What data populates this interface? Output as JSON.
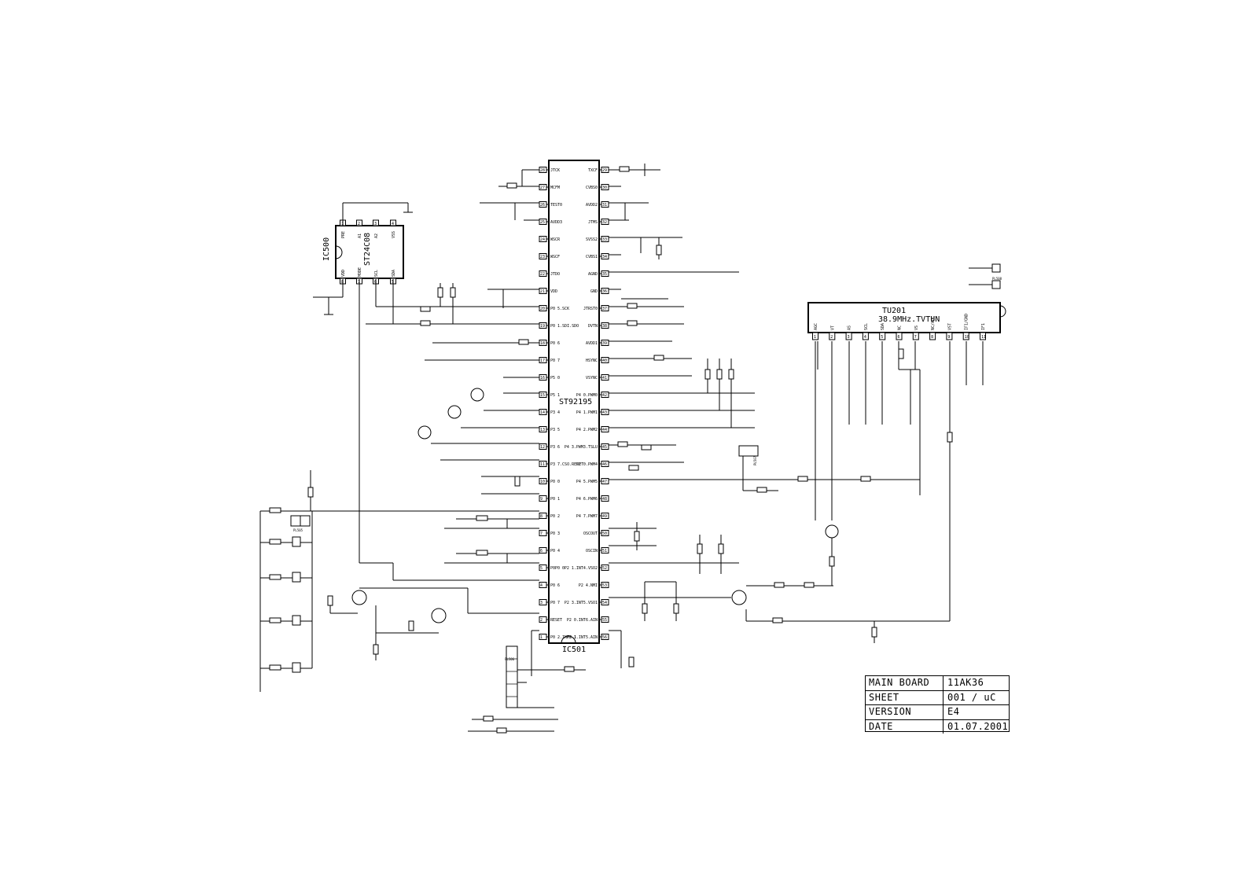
{
  "ic501": {
    "ref": "IC501",
    "part": "ST92195",
    "left_pins": [
      {
        "num": "28",
        "name": "JTCK"
      },
      {
        "num": "27",
        "name": "MCFM"
      },
      {
        "num": "26",
        "name": "TEST0"
      },
      {
        "num": "25",
        "name": "AVDD3"
      },
      {
        "num": "24",
        "name": "WSCR"
      },
      {
        "num": "23",
        "name": "WSCF"
      },
      {
        "num": "22",
        "name": "JTDO"
      },
      {
        "num": "21",
        "name": "VDD"
      },
      {
        "num": "20",
        "name": "P0 5.SCK"
      },
      {
        "num": "19",
        "name": "P0 1.SDI.SDO"
      },
      {
        "num": "18",
        "name": "P0 6"
      },
      {
        "num": "17",
        "name": "P0 7"
      },
      {
        "num": "16",
        "name": "P5 0"
      },
      {
        "num": "15",
        "name": "P5 1"
      },
      {
        "num": "14",
        "name": "P3 4"
      },
      {
        "num": "13",
        "name": "P3 5"
      },
      {
        "num": "12",
        "name": "P3 6"
      },
      {
        "num": "11",
        "name": "P3 7.CSO.RESET"
      },
      {
        "num": "10",
        "name": "P0 0"
      },
      {
        "num": "9",
        "name": "P0 1"
      },
      {
        "num": "8",
        "name": "P0 2"
      },
      {
        "num": "7",
        "name": "P0 3"
      },
      {
        "num": "6",
        "name": "P0 4"
      },
      {
        "num": "5",
        "name": "P0P0 0"
      },
      {
        "num": "4",
        "name": "P0 6"
      },
      {
        "num": "3",
        "name": "P0 7"
      },
      {
        "num": "2",
        "name": "RESET"
      },
      {
        "num": "1",
        "name": "P0 2.INT0.1"
      }
    ],
    "right_pins": [
      {
        "num": "29",
        "name": "TXCF"
      },
      {
        "num": "30",
        "name": "CVBS0"
      },
      {
        "num": "31",
        "name": "AVDD2"
      },
      {
        "num": "32",
        "name": "JTMS"
      },
      {
        "num": "33",
        "name": "SVSS2"
      },
      {
        "num": "34",
        "name": "CVBS1"
      },
      {
        "num": "35",
        "name": "AGND"
      },
      {
        "num": "36",
        "name": "GND"
      },
      {
        "num": "37",
        "name": "JTRST0"
      },
      {
        "num": "38",
        "name": "DVTN"
      },
      {
        "num": "39",
        "name": "AVDD1"
      },
      {
        "num": "40",
        "name": "HSYNC"
      },
      {
        "num": "41",
        "name": "VSYNC"
      },
      {
        "num": "42",
        "name": "P4 0.PWM0"
      },
      {
        "num": "43",
        "name": "P4 1.PWM1"
      },
      {
        "num": "44",
        "name": "P4 2.PWM2"
      },
      {
        "num": "45",
        "name": "P4 3.PWM3.TSLU"
      },
      {
        "num": "46",
        "name": "P2 0.PWM4"
      },
      {
        "num": "47",
        "name": "P4 5.PWM5"
      },
      {
        "num": "48",
        "name": "P4 6.PWM6"
      },
      {
        "num": "49",
        "name": "P4 7.PWM7"
      },
      {
        "num": "50",
        "name": "OSCOUT"
      },
      {
        "num": "51",
        "name": "OSCIN"
      },
      {
        "num": "52",
        "name": "P2 1.INT4.VSO2"
      },
      {
        "num": "53",
        "name": "P2 4.NMI"
      },
      {
        "num": "54",
        "name": "P2 3.INT5.VSO1"
      },
      {
        "num": "55",
        "name": "P2 0.INT6.AIN"
      },
      {
        "num": "56",
        "name": "P2 1.INT5.AIN"
      }
    ]
  },
  "ic500": {
    "ref": "IC500",
    "part": "ST24C08",
    "top_pins": [
      {
        "num": "1",
        "name": "PRE"
      },
      {
        "num": "2",
        "name": "A1"
      },
      {
        "num": "3",
        "name": "A2"
      },
      {
        "num": "4",
        "name": "VSS"
      }
    ],
    "bottom_pins": [
      {
        "num": "8",
        "name": "VDD"
      },
      {
        "num": "7",
        "name": "MODE"
      },
      {
        "num": "6",
        "name": "SCL"
      },
      {
        "num": "5",
        "name": "SDA"
      }
    ]
  },
  "tu201": {
    "ref": "TU201",
    "part": "38.9MHz.TVTUN",
    "pins": [
      {
        "num": "1",
        "name": "AGC"
      },
      {
        "num": "2",
        "name": "VT"
      },
      {
        "num": "3",
        "name": "AS"
      },
      {
        "num": "4",
        "name": "SCL"
      },
      {
        "num": "5",
        "name": "SDA"
      },
      {
        "num": "6",
        "name": "NC"
      },
      {
        "num": "7",
        "name": "VS"
      },
      {
        "num": "8",
        "name": "NC/ADC"
      },
      {
        "num": "9",
        "name": "VST"
      },
      {
        "num": "10",
        "name": "IF1/GND"
      },
      {
        "num": "11",
        "name": "IF1"
      }
    ]
  },
  "connectors": {
    "pl505": "PL505",
    "pl506": "PL506",
    "pl507": "PL507",
    "pl508": "PL508"
  },
  "title_block": {
    "rows": [
      {
        "label": "MAIN BOARD",
        "value": "11AK36"
      },
      {
        "label": "SHEET",
        "value": "001 / uC"
      },
      {
        "label": "VERSION",
        "value": "E4"
      },
      {
        "label": "DATE",
        "value": "01.07.2001"
      }
    ]
  }
}
